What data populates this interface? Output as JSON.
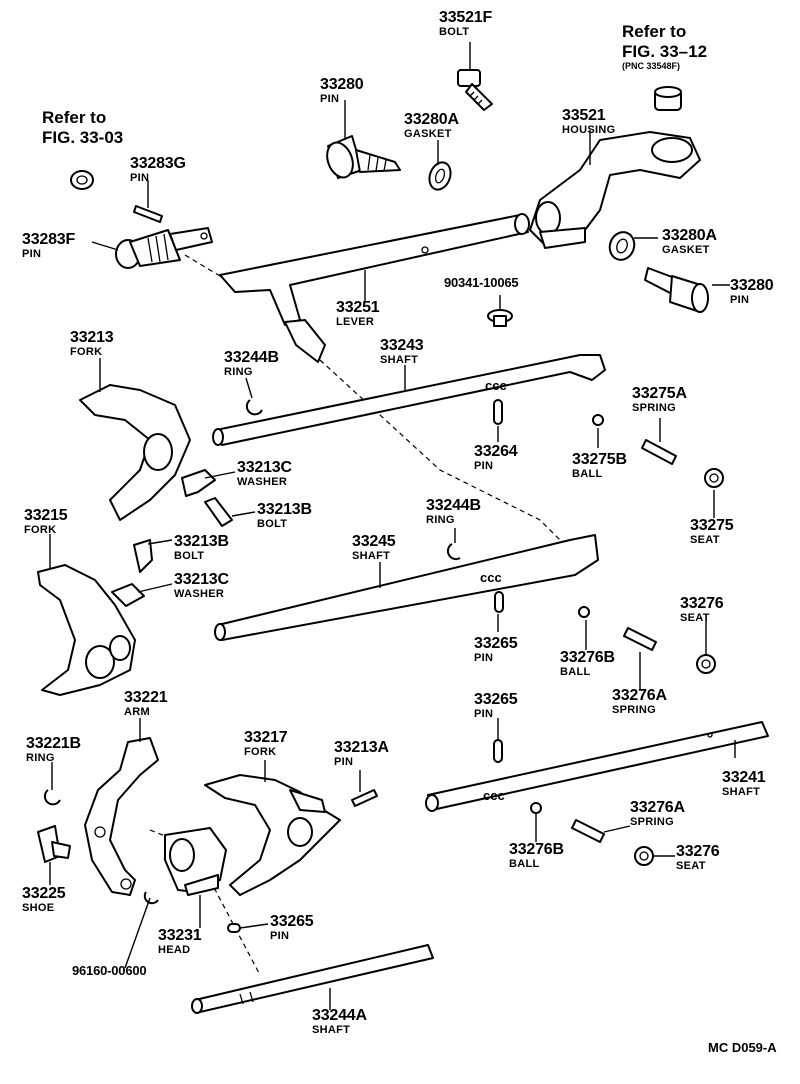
{
  "diagram_code": "MC D059-A",
  "references": {
    "fig_3303": {
      "line1": "Refer to",
      "line2": "FIG. 33-03"
    },
    "fig_3312": {
      "line1": "Refer to",
      "line2": "FIG. 33–12",
      "line3": "(PNC 33548F)"
    }
  },
  "parts": {
    "p33521F": {
      "number": "33521F",
      "name": "BOLT"
    },
    "p33280a": {
      "number": "33280",
      "name": "PIN"
    },
    "p33280Aa": {
      "number": "33280A",
      "name": "GASKET"
    },
    "p33521": {
      "number": "33521",
      "name": "HOUSING"
    },
    "p33283G": {
      "number": "33283G",
      "name": "PIN"
    },
    "p33283F": {
      "number": "33283F",
      "name": "PIN"
    },
    "p33280Ab": {
      "number": "33280A",
      "name": "GASKET"
    },
    "p33280b": {
      "number": "33280",
      "name": "PIN"
    },
    "p90341": {
      "number": "90341-10065"
    },
    "p33251": {
      "number": "33251",
      "name": "LEVER"
    },
    "p33213": {
      "number": "33213",
      "name": "FORK"
    },
    "p33244Ba": {
      "number": "33244B",
      "name": "RING"
    },
    "p33243": {
      "number": "33243",
      "name": "SHAFT"
    },
    "p33275A": {
      "number": "33275A",
      "name": "SPRING"
    },
    "p33264": {
      "number": "33264",
      "name": "PIN"
    },
    "p33275B": {
      "number": "33275B",
      "name": "BALL"
    },
    "p33213Ca": {
      "number": "33213C",
      "name": "WASHER"
    },
    "p33213Ba": {
      "number": "33213B",
      "name": "BOLT"
    },
    "p33275": {
      "number": "33275",
      "name": "SEAT"
    },
    "p33215": {
      "number": "33215",
      "name": "FORK"
    },
    "p33244Bb": {
      "number": "33244B",
      "name": "RING"
    },
    "p33213Bb": {
      "number": "33213B",
      "name": "BOLT"
    },
    "p33245": {
      "number": "33245",
      "name": "SHAFT"
    },
    "p33213Cb": {
      "number": "33213C",
      "name": "WASHER"
    },
    "p33276a": {
      "number": "33276",
      "name": "SEAT"
    },
    "p33265a": {
      "number": "33265",
      "name": "PIN"
    },
    "p33276Ba": {
      "number": "33276B",
      "name": "BALL"
    },
    "p33276Aa": {
      "number": "33276A",
      "name": "SPRING"
    },
    "p33221": {
      "number": "33221",
      "name": "ARM"
    },
    "p33265b": {
      "number": "33265",
      "name": "PIN"
    },
    "p33221B": {
      "number": "33221B",
      "name": "RING"
    },
    "p33217": {
      "number": "33217",
      "name": "FORK"
    },
    "p33213A": {
      "number": "33213A",
      "name": "PIN"
    },
    "p33241": {
      "number": "33241",
      "name": "SHAFT"
    },
    "p33276Ab": {
      "number": "33276A",
      "name": "SPRING"
    },
    "p33276Bb": {
      "number": "33276B",
      "name": "BALL"
    },
    "p33276b": {
      "number": "33276",
      "name": "SEAT"
    },
    "p33225": {
      "number": "33225",
      "name": "SHOE"
    },
    "p33231": {
      "number": "33231",
      "name": "HEAD"
    },
    "p33265c": {
      "number": "33265",
      "name": "PIN"
    },
    "p96160": {
      "number": "96160-00600"
    },
    "p33244A": {
      "number": "33244A",
      "name": "SHAFT"
    }
  }
}
